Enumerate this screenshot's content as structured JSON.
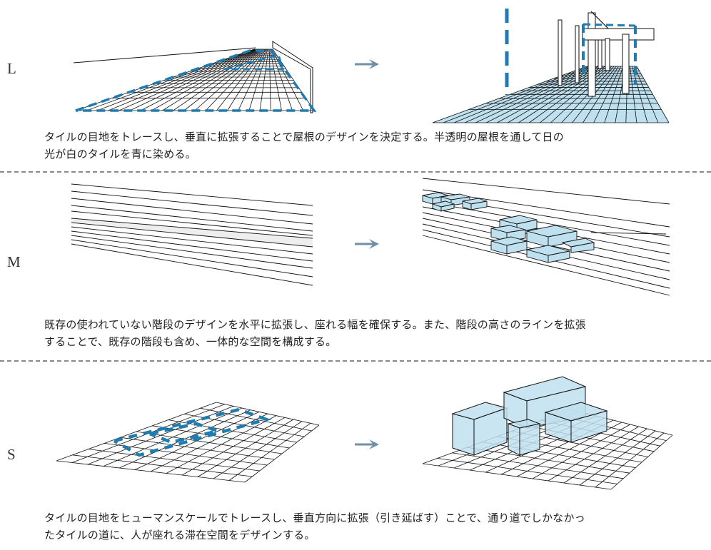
{
  "sections": [
    {
      "letter": "L",
      "caption_line1": "タイルの目地をトレースし、垂直に拡張することで屋根のデザインを決定する。半透明の屋根を通して日の",
      "caption_line2": "光が白のタイルを青に染める。"
    },
    {
      "letter": "M",
      "caption_line1": "既存の使われていない階段のデザインを水平に拡張し、座れる幅を確保する。また、階段の高さのラインを拡張",
      "caption_line2": "することで、既存の階段も含め、一体的な空間を構成する。"
    },
    {
      "letter": "S",
      "caption_line1": "タイルの目地をヒューマンスケールでトレースし、垂直方向に拡張（引き延ばす）ことで、通り道でしかなかっ",
      "caption_line2": "たタイルの道に、人が座れる滞在空間をデザインする。"
    }
  ],
  "colors": {
    "accent_blue": "#1f7bb0",
    "fill_blue": "#bfe0ee",
    "arrow": "#6f8fa8",
    "separator": "#8a8a8a"
  }
}
